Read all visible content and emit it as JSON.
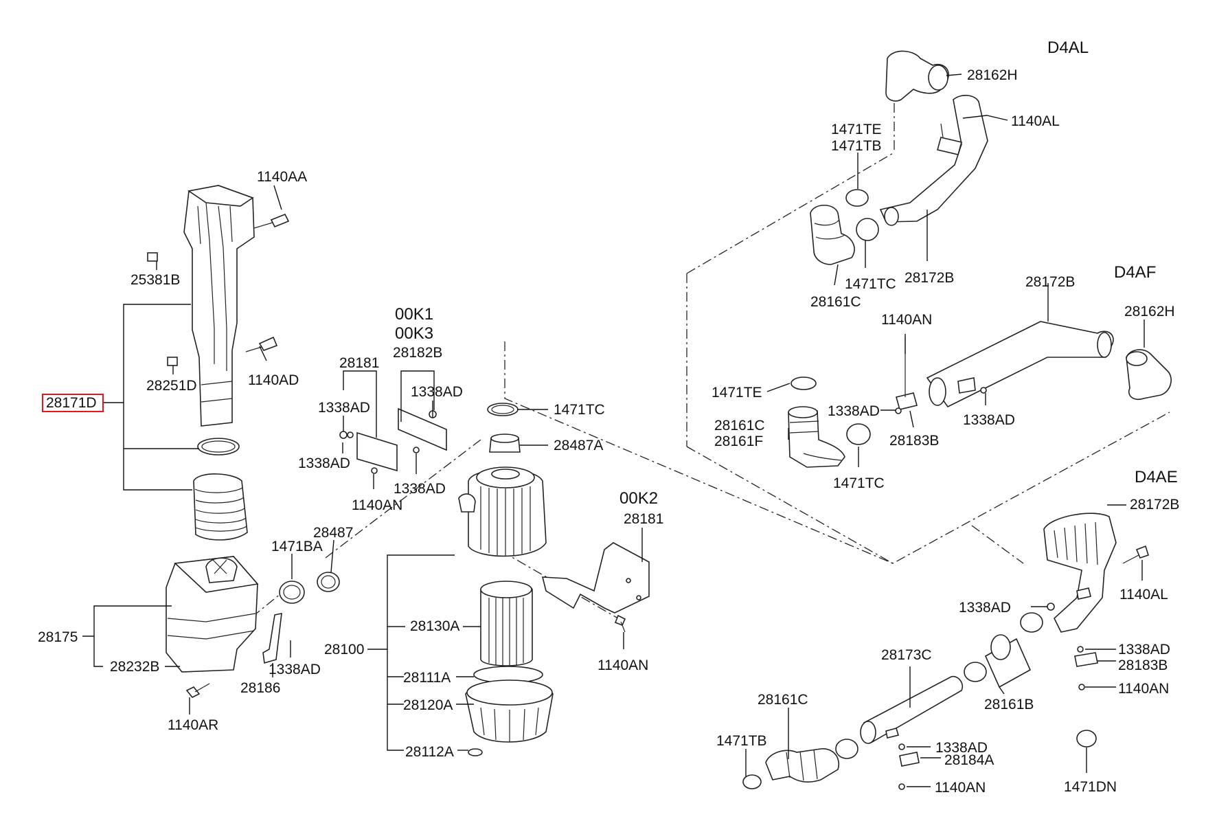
{
  "variants": [
    "D4AL",
    "D4AF",
    "D4AE"
  ],
  "options": [
    "00K1",
    "00K3",
    "00K2"
  ],
  "highlighted_part": "28171D",
  "highlight_color": "#e8141e",
  "line_color": "#222222",
  "labels": {
    "p_1140AA": "1140AA",
    "p_25381B": "25381B",
    "p_1140AD": "1140AD",
    "p_28251D": "28251D",
    "p_28171D": "28171D",
    "p_28175": "28175",
    "p_28232B": "28232B",
    "p_1140AR": "1140AR",
    "p_28186": "28186",
    "p_1338AD_a": "1338AD",
    "p_1471BA": "1471BA",
    "p_28487": "28487",
    "p_28181_a": "28181",
    "p_1338AD_b": "1338AD",
    "p_1338AD_c": "1338AD",
    "p_1140AN_a": "1140AN",
    "p_28182B": "28182B",
    "p_1338AD_d": "1338AD",
    "p_1338AD_e": "1338AD",
    "p_1471TC_a": "1471TC",
    "p_28487A": "28487A",
    "p_28181_b": "28181",
    "p_1140AN_b": "1140AN",
    "p_28100": "28100",
    "p_28130A": "28130A",
    "p_28111A": "28111A",
    "p_28120A": "28120A",
    "p_28112A": "28112A",
    "p_28162H_a": "28162H",
    "p_1140AL_a": "1140AL",
    "p_1471TE_a": "1471TE",
    "p_1471TB_a": "1471TB",
    "p_1471TC_b": "1471TC",
    "p_28172B_a": "28172B",
    "p_28161C_a": "28161C",
    "p_28172B_b": "28172B",
    "p_28162H_b": "28162H",
    "p_1140AN_c": "1140AN",
    "p_1471TE_b": "1471TE",
    "p_1338AD_f": "1338AD",
    "p_28161C_b": "28161C",
    "p_28161F": "28161F",
    "p_28183B_a": "28183B",
    "p_1338AD_g": "1338AD",
    "p_1471TC_c": "1471TC",
    "p_28172B_c": "28172B",
    "p_1140AL_b": "1140AL",
    "p_1338AD_h": "1338AD",
    "p_1338AD_i": "1338AD",
    "p_28183B_b": "28183B",
    "p_1140AN_d": "1140AN",
    "p_28173C": "28173C",
    "p_28161B": "28161B",
    "p_28161C_c": "28161C",
    "p_1471TB_b": "1471TB",
    "p_1338AD_j": "1338AD",
    "p_28184A": "28184A",
    "p_1140AN_e": "1140AN",
    "p_1471DN": "1471DN"
  }
}
